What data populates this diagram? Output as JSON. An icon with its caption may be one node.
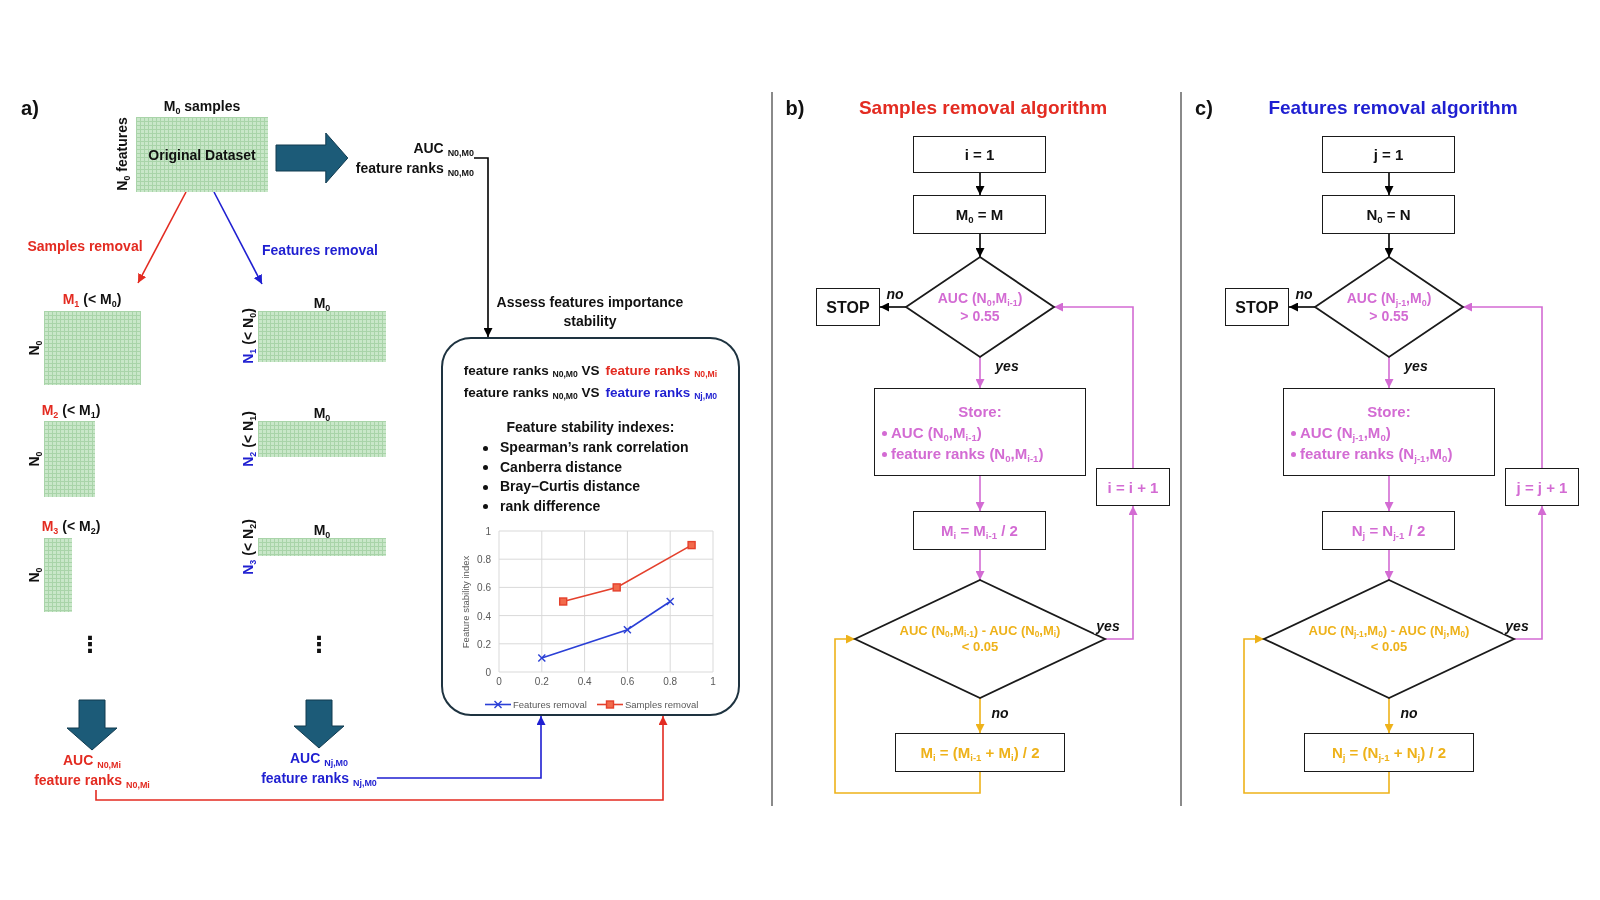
{
  "diagram": {
    "nodes": [
      {
        "text": [
          "Original Dataset"
        ],
        "beside": [
          "M$_{0}$ samples",
          "N$_{0}$ features"
        ]
      },
      {
        "text": [
          "AUC $_{N0,M0}$",
          "feature ranks $_{N0,M0}$"
        ]
      },
      {
        "text": [],
        "shape": "box",
        "beside": [
          "M$_{1}$",
          "(< M$_{0}$)",
          "N$_{0}$"
        ]
      },
      {
        "text": [],
        "shape": "box",
        "beside": [
          "M$_{0}$",
          "N$_{1}$",
          "(< N$_{0}$)"
        ]
      },
      {
        "text": [],
        "shape": "box",
        "beside": [
          "M$_{2}$",
          "(< M$_{1}$)",
          "N$_{0}$"
        ]
      },
      {
        "text": [],
        "shape": "box",
        "beside": [
          "M$_{0}$",
          "N$_{2}$",
          "(< N$_{1}$)"
        ]
      },
      {
        "text": [],
        "shape": "box",
        "beside": [
          "M$_{3}$",
          "(< M$_{2}$)",
          "N$_{0}$"
        ]
      },
      {
        "text": [],
        "shape": "box",
        "beside": [
          "M$_{0}$",
          "N$_{3}$",
          "(< N$_{2}$)"
        ]
      },
      {
        "text": [
          "AUC $_{N0,Mi}$",
          "feature ranks $_{N0,Mi}$"
        ]
      },
      {
        "text": [
          "AUC $_{Nj,M0}$",
          "feature ranks $_{Nj,M0}$"
        ]
      },
      {
        "text": [
          "feature ranks $_{N0,M0}$ VS",
          "feature ranks $_{N0,Mi}$",
          "feature ranks $_{N0,M0}$ VS",
          "feature ranks $_{Nj,M0}$",
          "Feature stability indexes:",
          "Spearman’s rank correlation",
          "Canberra distance",
          "Bray–Curtis distance",
          "rank difference"
        ],
        "beside": [
          "Assess features importance stability"
        ]
      },
      {
        "text": [
          "i = 1"
        ]
      },
      {
        "text": [
          "M$_{0}$ = M"
        ]
      },
      {
        "text": [
          "AUC (N$_{0}$,M$_{i-1}$) > 0.55"
        ]
      },
      {
        "text": [
          "STOP"
        ]
      },
      {
        "text": [
          "Store:",
          "AUC (N$_{0}$,M$_{i-1}$)",
          "feature ranks (N$_{0}$,M$_{i-1}$)"
        ]
      },
      {
        "text": [
          "i = i + 1"
        ]
      },
      {
        "text": [
          "M$_{i}$ = M$_{i-1}$ / 2"
        ]
      },
      {
        "text": [
          "AUC (N$_{0}$,M$_{i-1}$) - AUC (N$_{0}$,M$_{i}$) < 0.05"
        ]
      },
      {
        "text": [
          "M$_{i}$ = (M$_{i-1}$ + M$_{i}$) / 2"
        ]
      },
      {
        "text": [
          "j = 1"
        ]
      },
      {
        "text": [
          "N$_{0}$ = N"
        ]
      },
      {
        "text": [
          "AUC (N$_{j-1}$,M$_{0}$) > 0.55"
        ]
      },
      {
        "text": [
          "STOP"
        ]
      },
      {
        "text": [
          "Store:",
          "AUC (N$_{j-1}$,M$_{0}$)",
          "feature ranks (N$_{j-1}$,M$_{0}$)"
        ]
      },
      {
        "text": [
          "j = j + 1"
        ]
      },
      {
        "text": [
          "N$_{j}$ = N$_{j-1}$ / 2"
        ]
      },
      {
        "text": [
          "AUC (N$_{j-1}$,M$_{0}$) - AUC (N$_{j}$,M$_{0}$) < 0.05"
        ]
      },
      {
        "text": [
          "N$_{j}$ = (N$_{j-1}$ + N$_{j}$) / 2"
        ]
      }
    ],
    "edges": [
      {
        "from": 0,
        "to": 1,
        "arrow": "to",
        "style": "thick",
        "color": "#1c5b78"
      },
      {
        "from": 0,
        "to": 2,
        "arrow": "to",
        "label": "Samples removal",
        "color": "#e32b21"
      },
      {
        "from": 0,
        "to": 3,
        "arrow": "to",
        "label": "Features removal",
        "color": "#1f1fd1"
      },
      {
        "from": 1,
        "to": 10,
        "arrow": "to",
        "color": "#000000"
      },
      {
        "from": null,
        "to": 8,
        "arrow": "to",
        "style": "thick",
        "color": "#1c5b78"
      },
      {
        "from": null,
        "to": 9,
        "arrow": "to",
        "style": "thick",
        "color": "#1c5b78"
      },
      {
        "from": 9,
        "to": 10,
        "arrow": "to",
        "color": "#1f1fd1"
      },
      {
        "from": 8,
        "to": 10,
        "arrow": "to",
        "color": "#e32b21"
      },
      {
        "from": 11,
        "to": 12,
        "arrow": "to",
        "color": "#000000"
      },
      {
        "from": 12,
        "to": 13,
        "arrow": "to",
        "color": "#000000"
      },
      {
        "from": 13,
        "to": 14,
        "arrow": "to",
        "label": "no",
        "color": "#000000"
      },
      {
        "from": 13,
        "to": 15,
        "arrow": "to",
        "label": "yes"
      },
      {
        "from": 15,
        "to": 17,
        "arrow": "to"
      },
      {
        "from": 17,
        "to": 18,
        "arrow": "to"
      },
      {
        "from": 18,
        "to": 16,
        "arrow": "to",
        "label": "yes"
      },
      {
        "from": 16,
        "to": 13,
        "arrow": "to"
      },
      {
        "from": 18,
        "to": 19,
        "arrow": "to",
        "label": "no",
        "color": "#eeb21a"
      },
      {
        "from": 19,
        "to": 18,
        "arrow": "to",
        "color": "#eeb21a"
      },
      {
        "from": 20,
        "to": 21,
        "arrow": "to",
        "color": "#000000"
      },
      {
        "from": 21,
        "to": 22,
        "arrow": "to",
        "color": "#000000"
      },
      {
        "from": 22,
        "to": 23,
        "arrow": "to",
        "label": "no",
        "color": "#000000"
      },
      {
        "from": 22,
        "to": 24,
        "arrow": "to",
        "label": "yes"
      },
      {
        "from": 24,
        "to": 26,
        "arrow": "to"
      },
      {
        "from": 26,
        "to": 27,
        "arrow": "to"
      },
      {
        "from": 27,
        "to": 25,
        "arrow": "to",
        "label": "yes"
      },
      {
        "from": 25,
        "to": 22,
        "arrow": "to"
      },
      {
        "from": 27,
        "to": 28,
        "arrow": "to",
        "label": "no",
        "color": "#eeb21a"
      },
      {
        "from": 28,
        "to": 27,
        "arrow": "to",
        "color": "#eeb21a"
      }
    ],
    "labels": [
      "a)",
      "b)",
      "Samples removal algorithm",
      "c)",
      "Features removal algorithm",
      "⋮",
      "⋮"
    ],
    "chart_data": {
      "type": "line",
      "ylabel": "Feature stability index",
      "x": [
        0.2,
        0.3,
        0.55,
        0.6,
        0.8,
        0.9
      ],
      "xlim": [
        0,
        1
      ],
      "ylim": [
        0,
        1
      ],
      "xticks": [
        0,
        0.2,
        0.4,
        0.6,
        0.8,
        1
      ],
      "yticks": [
        0,
        0.2,
        0.4,
        0.6,
        0.8,
        1
      ],
      "grid": true,
      "legend": "bottom",
      "series": [
        {
          "name": "Features removal",
          "color": "#2a3fd6",
          "marker": "x",
          "values": [
            0.1,
            null,
            null,
            0.3,
            0.5,
            null
          ]
        },
        {
          "name": "Samples removal",
          "color": "#e4402c",
          "marker": "square",
          "values": [
            null,
            0.5,
            0.6,
            null,
            null,
            0.9
          ]
        }
      ]
    }
  }
}
